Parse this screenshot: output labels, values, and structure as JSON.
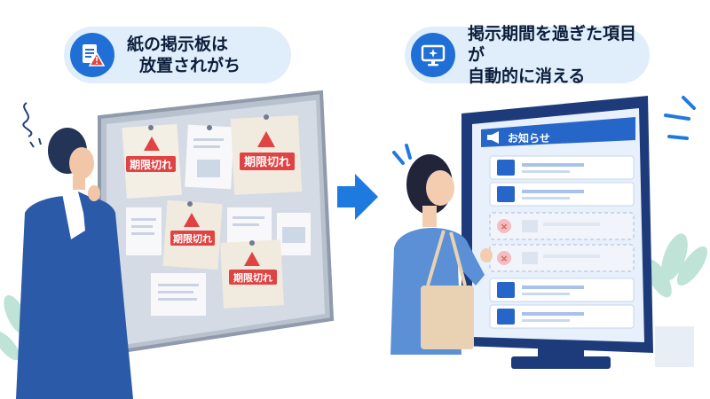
{
  "left_caption": {
    "line1": "紙の掲示板は",
    "line2": "放置されがち"
  },
  "right_caption": {
    "line1": "掲示期間を過ぎた項目が",
    "line2": "自動的に消える"
  },
  "expired_label": "期限切れ",
  "signage": {
    "header": "お知らせ"
  },
  "colors": {
    "accent": "#1f6fd6",
    "bubble": "#dfeefa",
    "expired": "#e04343",
    "board": "#b9c2cf",
    "signage_frame": "#1d3b7a"
  },
  "icons": [
    "document-warning-icon",
    "monitor-sparkle-icon",
    "megaphone-icon",
    "document-icon",
    "image-icon",
    "remove-icon",
    "arrow-right-icon"
  ]
}
